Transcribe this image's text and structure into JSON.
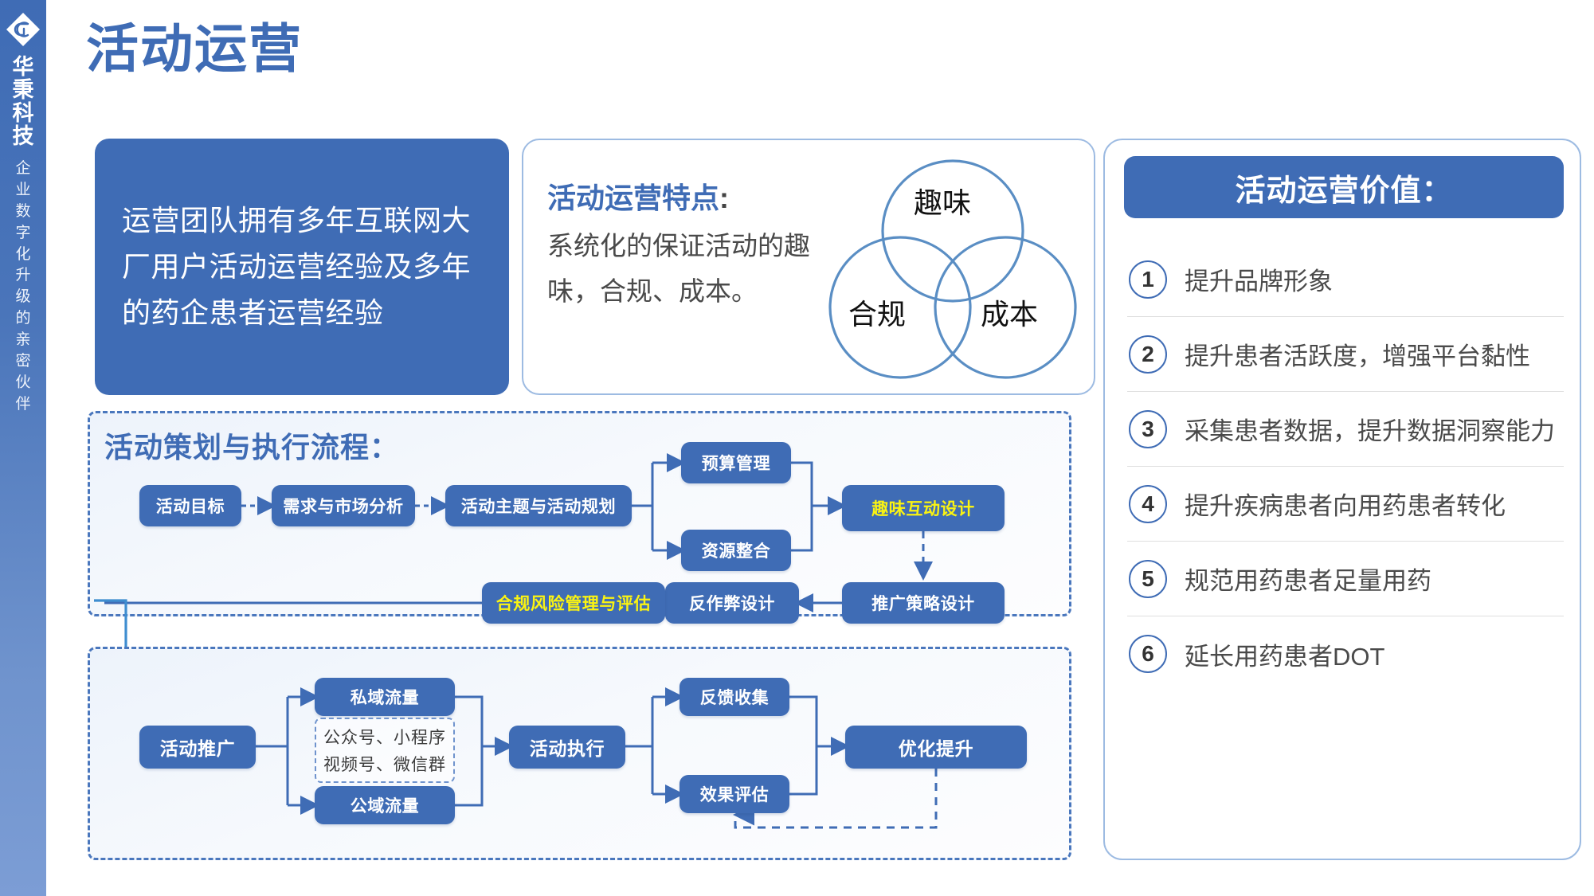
{
  "brand": {
    "logo_icon": "diamond-swirl-logo",
    "name_chars": [
      "华",
      "秉",
      "科",
      "技"
    ],
    "tagline_chars": [
      "企",
      "业",
      "数",
      "字",
      "化",
      "升",
      "级",
      "的",
      "亲",
      "密",
      "伙",
      "伴"
    ],
    "color": "#3f6cb5"
  },
  "page_title": "活动运营",
  "intro_card": {
    "text": "运营团队拥有多年互联网大厂用户活动运营经验及多年的药企患者运营经验",
    "bg_color": "#3f6cb5"
  },
  "feature_card": {
    "title": "活动运营特点",
    "title_colon": ":",
    "body": "系统化的保证活动的趣味，合规、成本。",
    "venn": {
      "top": "趣味",
      "left": "合规",
      "right": "成本",
      "stroke_color": "#5a8ec4"
    }
  },
  "value_card": {
    "header": "活动运营价值：",
    "items": [
      {
        "num": "1",
        "text": "提升品牌形象"
      },
      {
        "num": "2",
        "text": "提升患者活跃度，增强平台黏性"
      },
      {
        "num": "3",
        "text": "采集患者数据，提升数据洞察能力"
      },
      {
        "num": "4",
        "text": "提升疾病患者向用药患者转化"
      },
      {
        "num": "5",
        "text": "规范用药患者足量用药"
      },
      {
        "num": "6",
        "text": "延长用药患者DOT"
      }
    ]
  },
  "flow_planning": {
    "heading": "活动策划与执行流程：",
    "nodes": {
      "goal": "活动目标",
      "analysis": "需求与市场分析",
      "theme": "活动主题与活动规划",
      "budget": "预算管理",
      "resource": "资源整合",
      "interaction": "趣味互动设计",
      "promotion_strategy": "推广策略设计",
      "anti_cheat": "反作弊设计",
      "compliance": "合规风险管理与评估"
    },
    "highlight_color": "#faf312"
  },
  "flow_execution": {
    "nodes": {
      "promote": "活动推广",
      "private_traffic": "私域流量",
      "public_traffic": "公域流量",
      "execute": "活动执行",
      "feedback": "反馈收集",
      "evaluation": "效果评估",
      "optimize": "优化提升"
    },
    "private_channels": [
      "公众号、小程序",
      "视频号、微信群"
    ]
  }
}
